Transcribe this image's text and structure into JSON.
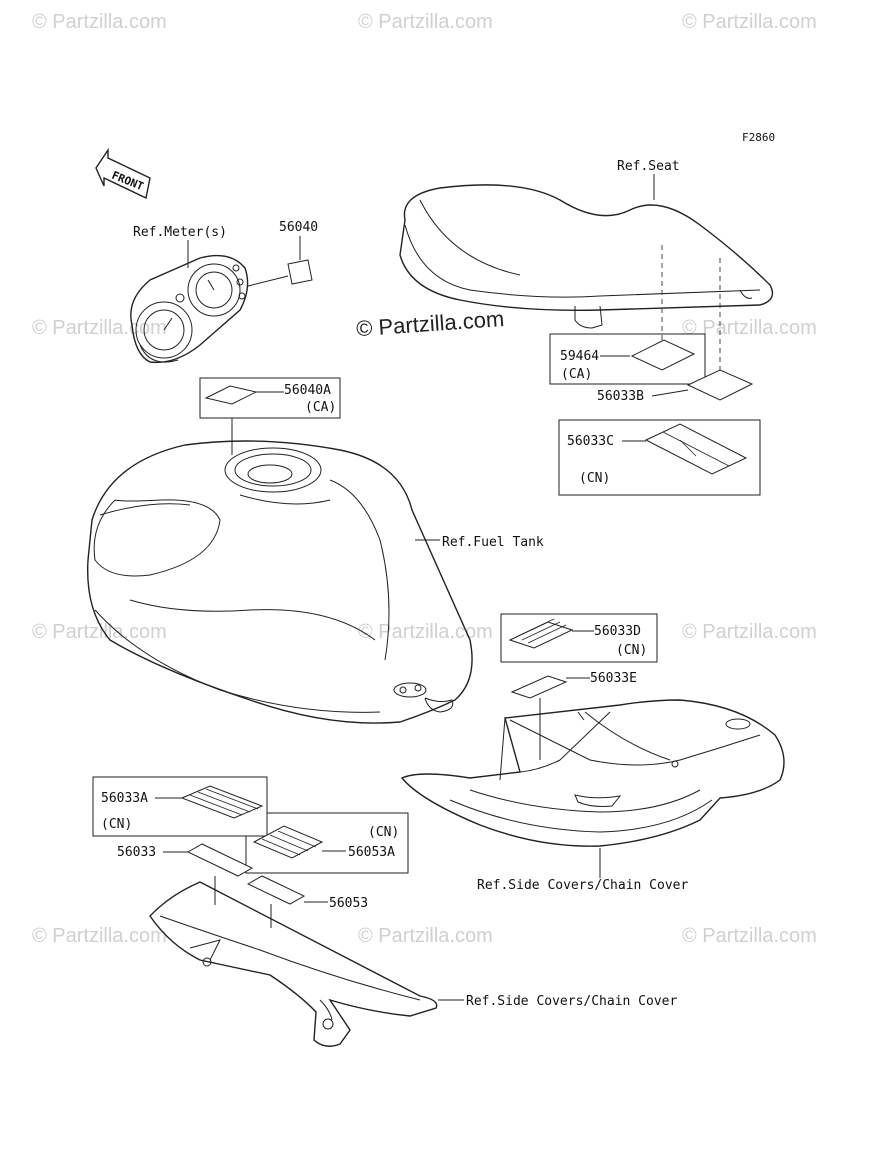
{
  "diagram_code": "F2860",
  "watermark": "© Partzilla.com",
  "brand_watermark": "© Partzilla.com",
  "front_label": "FRONT",
  "labels": {
    "ref_meter": "Ref.Meter(s)",
    "p56040": "56040",
    "p56040A": "56040A",
    "p56040A_note": "(CA)",
    "ref_seat": "Ref.Seat",
    "p59464": "59464",
    "p59464_note": "(CA)",
    "p56033B": "56033B",
    "p56033C": "56033C",
    "p56033C_note": "(CN)",
    "ref_fuel_tank": "Ref.Fuel Tank",
    "p56033D": "56033D",
    "p56033D_note": "(CN)",
    "p56033E": "56033E",
    "ref_side_covers_1": "Ref.Side Covers/Chain Cover",
    "p56033A": "56033A",
    "p56033A_note": "(CN)",
    "p56053A_note": "(CN)",
    "p56053A": "56053A",
    "p56033": "56033",
    "p56053": "56053",
    "ref_side_covers_2": "Ref.Side Covers/Chain Cover"
  }
}
